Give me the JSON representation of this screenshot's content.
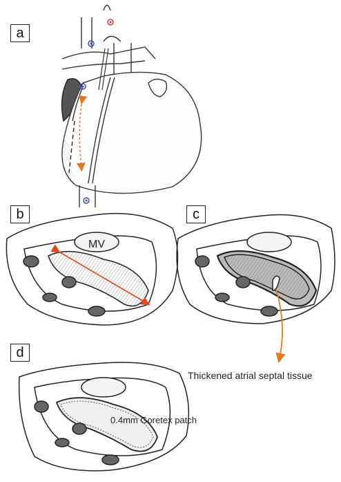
{
  "panels": {
    "a": {
      "label": "a"
    },
    "b": {
      "label": "b",
      "annotation": "MV"
    },
    "c": {
      "label": "c",
      "annotation": "Thickened atrial septal tissue"
    },
    "d": {
      "label": "d",
      "annotation": "0.4mm Goretex patch"
    }
  },
  "colors": {
    "line": "#333333",
    "orange": "#e07a20",
    "red_arrow": "#e04a1a",
    "blue_vessel": "#3a4fbf",
    "red_vessel": "#d9412f",
    "shade": "#888888"
  }
}
